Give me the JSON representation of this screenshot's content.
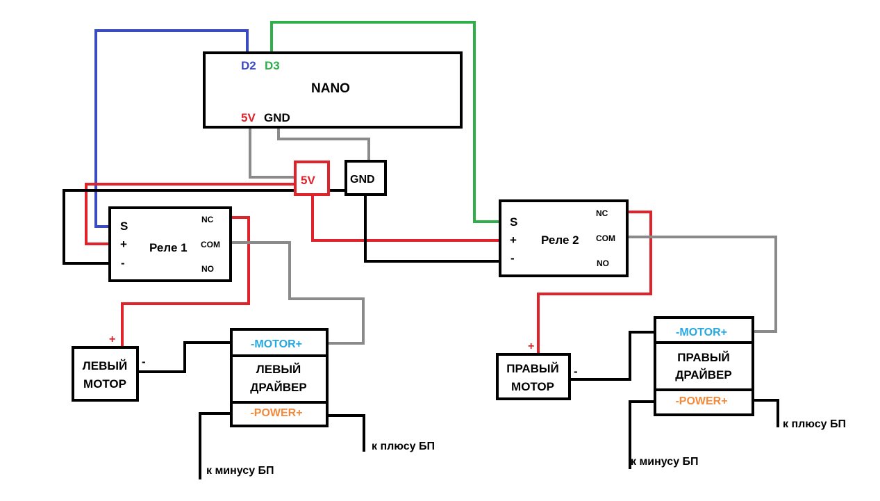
{
  "colors": {
    "black": "#000000",
    "red": "#e0222b",
    "blue": "#3b4cc0",
    "green": "#2fae4a",
    "gray": "#8a8a8a",
    "cyan": "#24a8e0",
    "orange": "#f28a3b"
  },
  "nano": {
    "title": "NANO",
    "pin_d2": "D2",
    "pin_d3": "D3",
    "pin_5v": "5V",
    "pin_gnd": "GND"
  },
  "bus": {
    "v5": "5V",
    "gnd": "GND"
  },
  "relay1": {
    "title": "Реле 1",
    "s": "S",
    "plus": "+",
    "minus": "-",
    "nc": "NC",
    "com": "COM",
    "no": "NO"
  },
  "relay2": {
    "title": "Реле 2",
    "s": "S",
    "plus": "+",
    "minus": "-",
    "nc": "NC",
    "com": "COM",
    "no": "NO"
  },
  "left_motor": {
    "line1": "ЛЕВЫЙ",
    "line2": "МОТОР",
    "plus": "+",
    "minus": "-"
  },
  "right_motor": {
    "line1": "ПРАВЫЙ",
    "line2": "МОТОР",
    "plus": "+",
    "minus": "-"
  },
  "left_driver": {
    "motor": "-MOTOR+",
    "line1": "ЛЕВЫЙ",
    "line2": "ДРАЙВЕР",
    "power": "-POWER+"
  },
  "right_driver": {
    "motor": "-MOTOR+",
    "line1": "ПРАВЫЙ",
    "line2": "ДРАЙВЕР",
    "power": "-POWER+"
  },
  "psu": {
    "left_minus": "к минусу БП",
    "left_plus": "к плюсу БП",
    "right_minus": "к минусу БП",
    "right_plus": "к плюсу БП"
  }
}
